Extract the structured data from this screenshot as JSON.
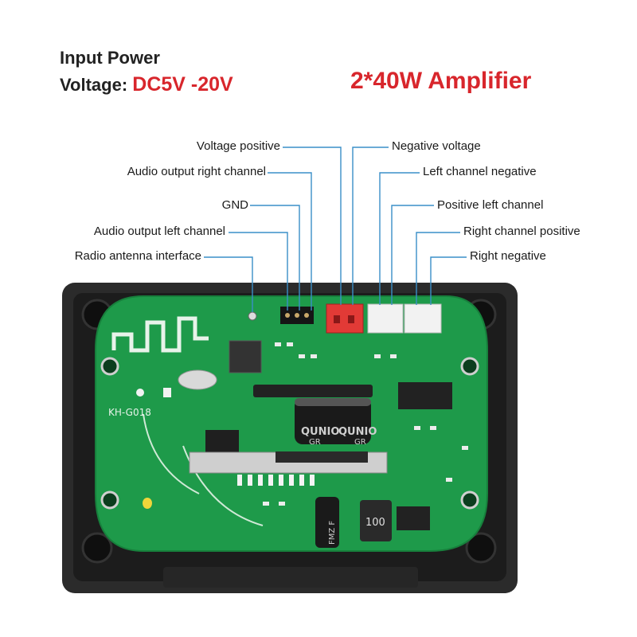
{
  "header": {
    "line1": "Input Power",
    "line2_prefix": "Voltage:",
    "line2_value": "DC5V -20V",
    "title": "2*40W Amplifier"
  },
  "labels_left": [
    "Voltage positive",
    "Audio output right channel",
    "GND",
    "Audio output left channel",
    "Radio antenna interface"
  ],
  "labels_right": [
    "Negative voltage",
    "Left channel negative",
    "Positive left channel",
    "Right channel positive",
    "Right negative"
  ],
  "board": {
    "model": "KH-G018",
    "cap_brand": "QUNIO",
    "cap_text": "GR",
    "inductor": "100",
    "small_cap": "FMZ F"
  },
  "colors": {
    "accent": "#d8262c",
    "leader": "#3a8fc8",
    "pcb": "#1e9a4a",
    "housing": "#2b2b2b"
  }
}
